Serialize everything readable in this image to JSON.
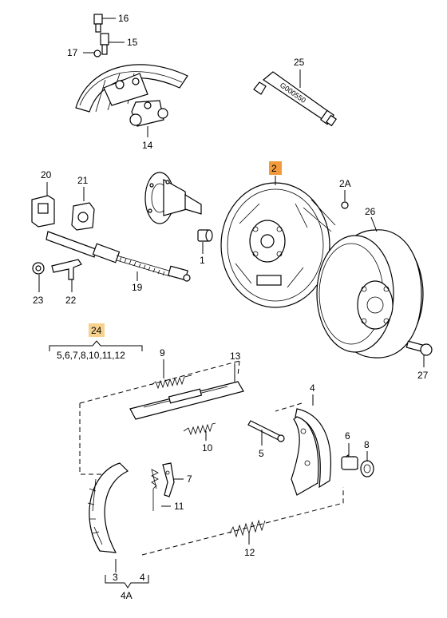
{
  "diagram": {
    "callouts": {
      "p1": "1",
      "p2": "2",
      "p2a": "2A",
      "p5": "5",
      "p6": "6",
      "p7": "7",
      "p8": "8",
      "p9": "9",
      "p10": "10",
      "p11": "11",
      "p12": "12",
      "p13": "13",
      "p14": "14",
      "p15": "15",
      "p16": "16",
      "p17": "17",
      "p19": "19",
      "p20": "20",
      "p21": "21",
      "p22": "22",
      "p23": "23",
      "p24": "24",
      "p25": "25",
      "p26": "26",
      "p27": "27",
      "p3": "3",
      "p4a": "4",
      "p4b": "4",
      "p4A": "4A"
    },
    "kit_contents": "5,6,7,8,10,11,12",
    "tube_marking": "G000550",
    "highlight_colors": {
      "callout_2": "#f29a3c",
      "callout_24": "#f7d28e"
    }
  }
}
